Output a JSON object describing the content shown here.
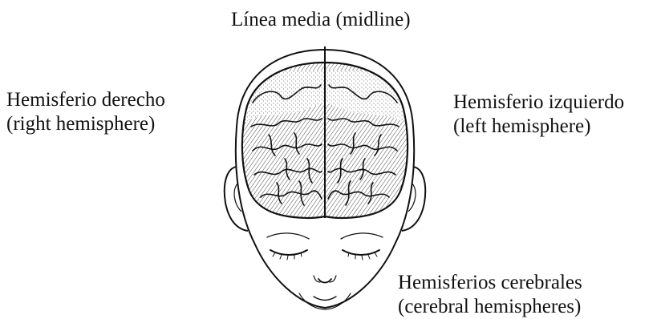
{
  "labels": {
    "midline": "Línea media (midline)",
    "right_hemisphere": {
      "line1": "Hemisferio derecho",
      "line2": "(right hemisphere)"
    },
    "left_hemisphere": {
      "line1": "Hemisferio izquierdo",
      "line2": "(left hemisphere)"
    },
    "cerebral_hemispheres": {
      "line1": "Hemisferios cerebrales",
      "line2": "(cerebral hemispheres)"
    }
  },
  "colors": {
    "ink": "#111111",
    "background": "#ffffff"
  }
}
